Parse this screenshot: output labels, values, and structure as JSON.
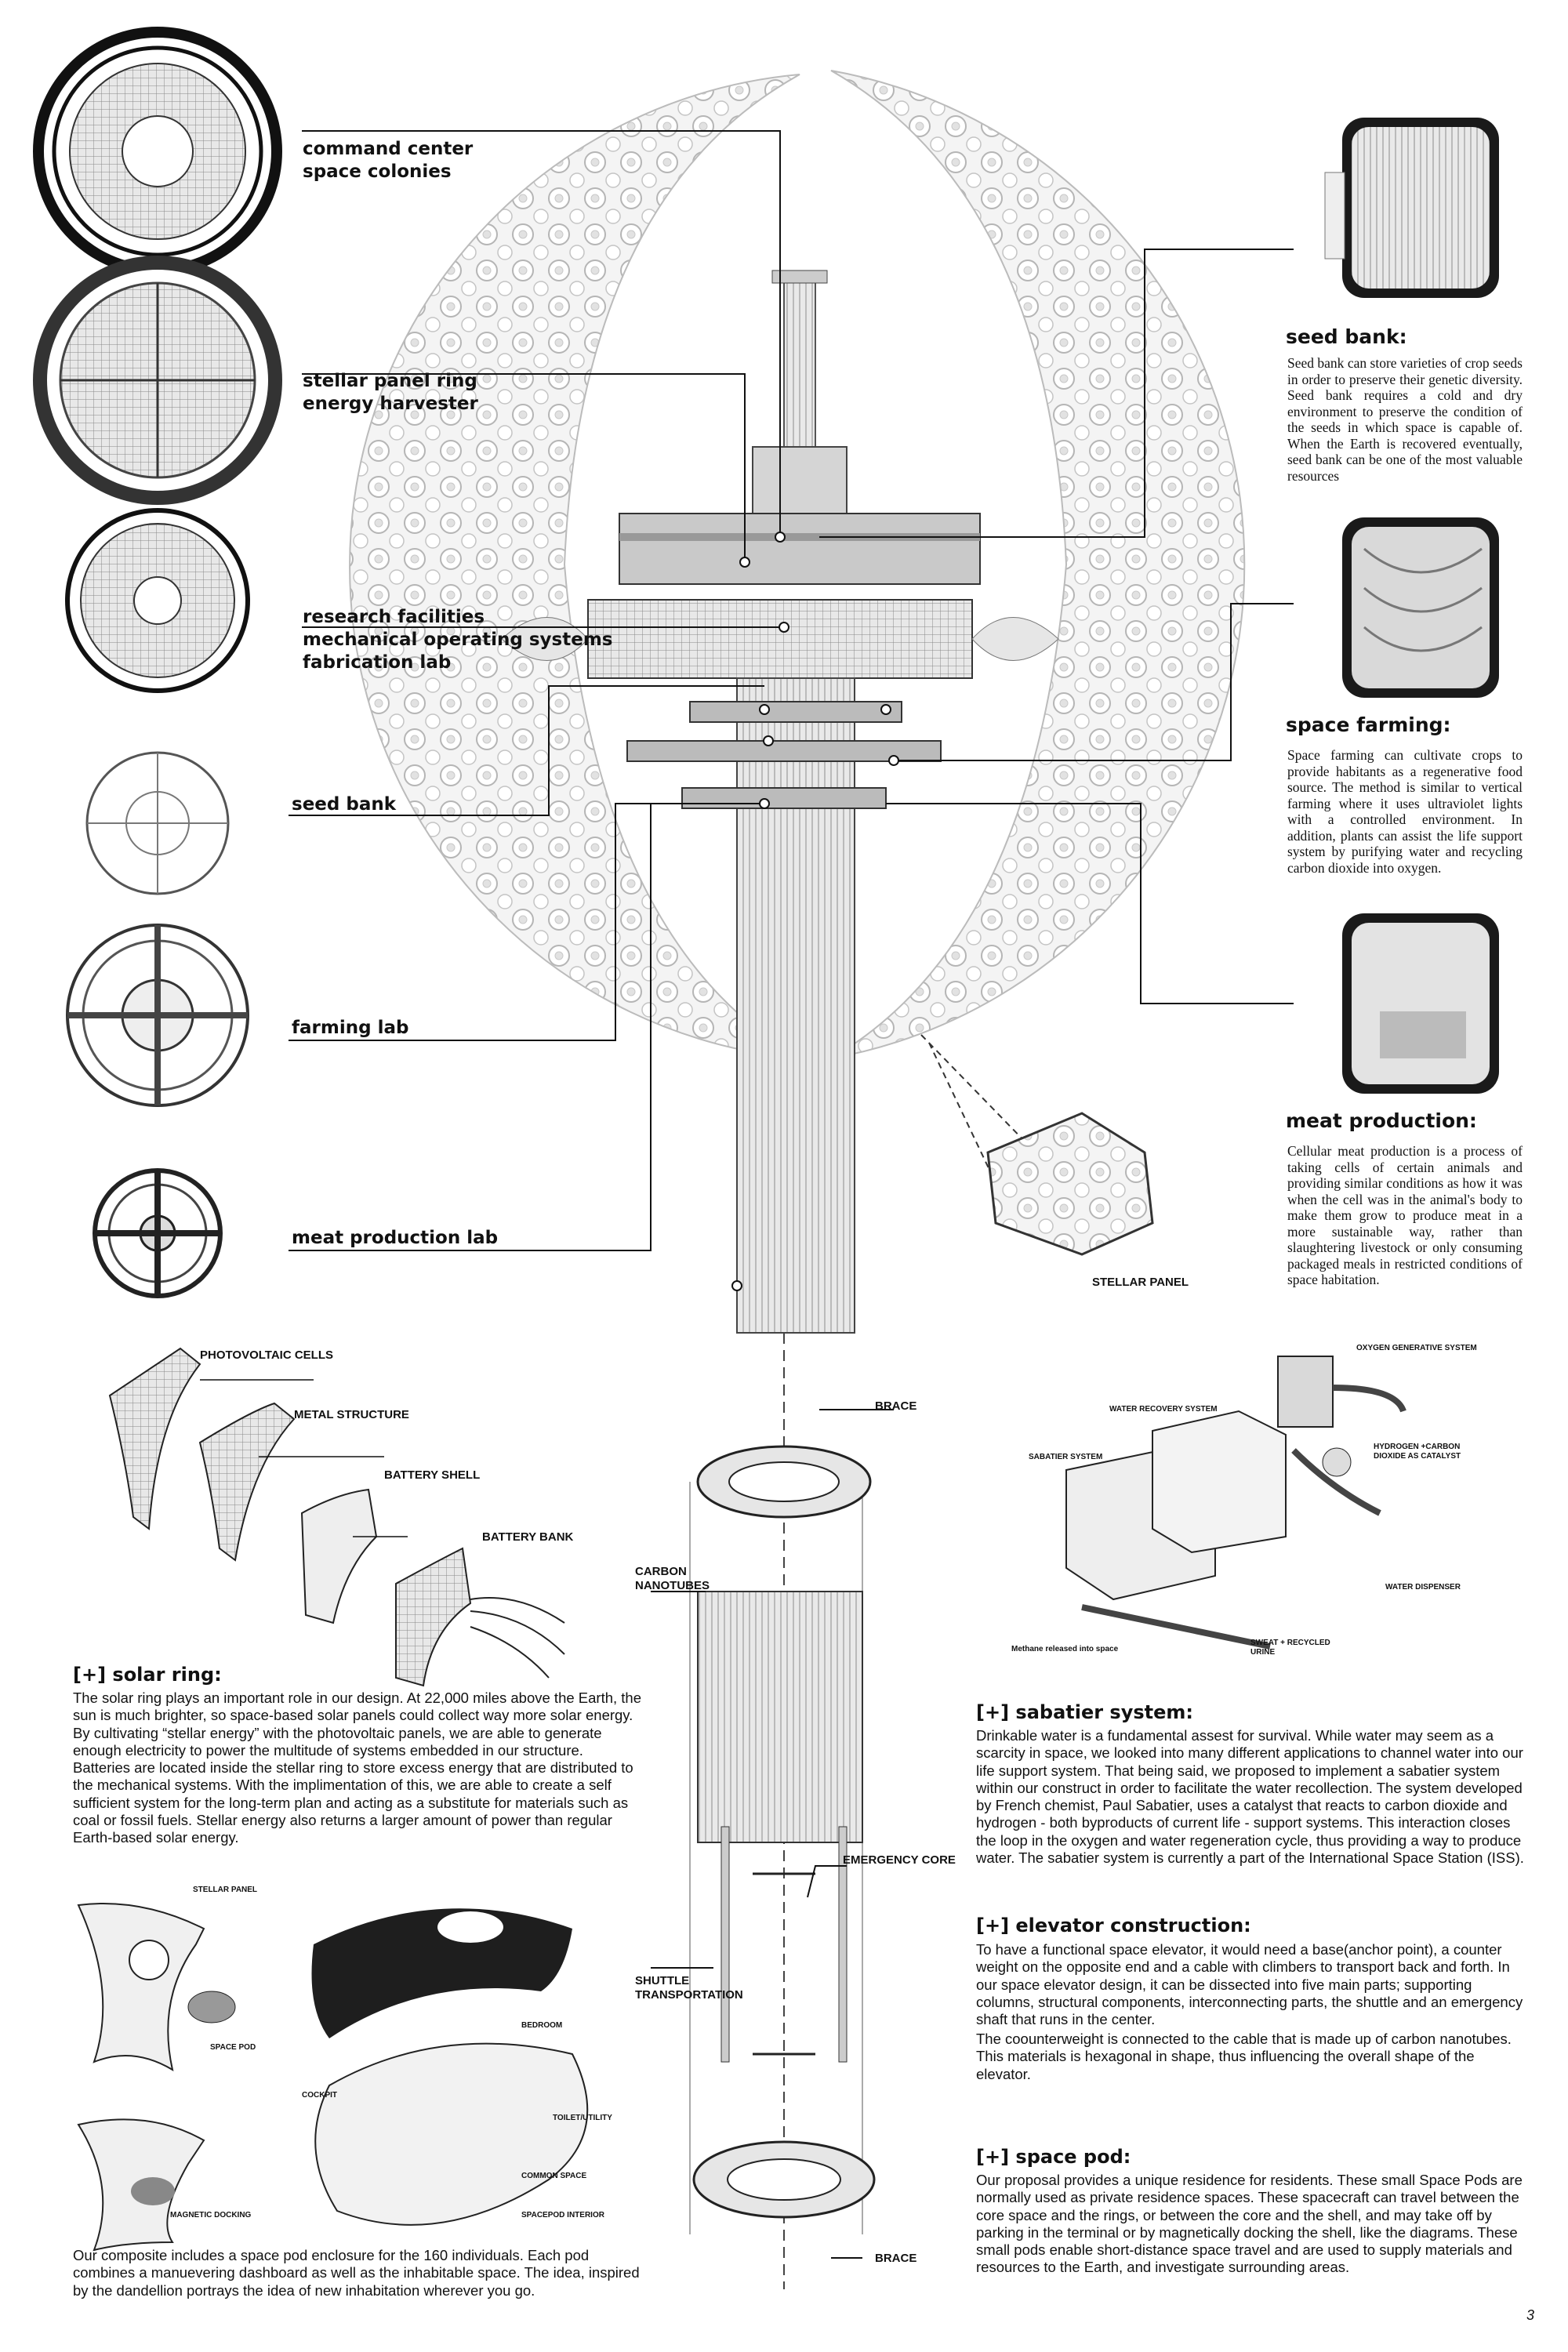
{
  "left_labels": {
    "command_center": [
      "command center",
      "space colonies"
    ],
    "stellar_panel_ring": [
      "stellar panel ring",
      "energy harvester"
    ],
    "research": [
      "research facilities",
      "mechanical operating systems",
      "fabrication lab"
    ],
    "seed_bank": "seed bank",
    "farming_lab": "farming lab",
    "meat_production_lab": "meat production lab"
  },
  "right_sections": {
    "seed_bank": {
      "title": "seed bank:",
      "body": "Seed bank can store varieties of crop seeds in order to preserve their genetic diversity. Seed bank requires a cold and dry environment to preserve the condition of the seeds in which space is capable of. When the Earth is recovered eventually, seed bank can be one of the most valuable resources"
    },
    "space_farming": {
      "title": "space farming:",
      "body": "Space farming can cultivate crops to provide habitants as a regenerative food source. The method is similar to vertical farming where it uses ultraviolet lights with a controlled environment. In addition, plants can assist the life support system by purifying water and recycling carbon dioxide into oxygen."
    },
    "meat_production": {
      "title": "meat production:",
      "body": "Cellular meat production is a process of taking cells of certain animals and providing similar conditions as how it was when the cell was in the animal's body to make them grow to produce meat in a more sustainable way, rather than slaughtering livestock or only consuming packaged meals in restricted conditions of space habitation."
    }
  },
  "stellar_panel_label": "STELLAR PANEL",
  "solar_diagram": {
    "photovoltaic": "PHOTOVOLTAIC CELLS",
    "metal": "METAL STRUCTURE",
    "battery_shell": "BATTERY SHELL",
    "battery_bank": "BATTERY BANK"
  },
  "elevator_diagram": {
    "brace_top": "BRACE",
    "carbon": [
      "CARBON",
      "NANOTUBES"
    ],
    "emergency": "EMERGENCY CORE",
    "shuttle": [
      "SHUTTLE",
      "TRANSPORTATION"
    ],
    "brace_bottom": "BRACE"
  },
  "sabatier_diagram": {
    "oxygen": "OXYGEN GENERATIVE SYSTEM",
    "water_recovery": "WATER RECOVERY SYSTEM",
    "sabatier": "SABATIER SYSTEM",
    "hydrogen": [
      "HYDROGEN +CARBON",
      "DIOXIDE AS CATALYST"
    ],
    "dispenser": "WATER DISPENSER",
    "sweat": [
      "SWEAT + RECYCLED",
      "URINE"
    ],
    "methane": "Methane released into space"
  },
  "pod_diagram": {
    "stellar_panel": "STELLAR PANEL",
    "space_pod": "SPACE POD",
    "bedroom": "BEDROOM",
    "cockpit": "COCKPIT",
    "toilet": "TOILET/UTILITY",
    "common": "COMMON SPACE",
    "magnetic": "MAGNETIC DOCKING",
    "interior": "SPACEPOD INTERIOR"
  },
  "solar_ring": {
    "title": "[+] solar ring:",
    "body": "The solar ring plays an important role in our design. At 22,000 miles above the Earth, the sun is much brighter, so space-based solar panels could collect way more solar energy. By cultivating “stellar energy” with the photovoltaic panels, we are able to generate enough electricity to power the multitude of systems embedded in our structure. Batteries are located inside the stellar ring to store excess energy that are distributed to the mechanical systems. With the implimentation of this, we are able to create a self sufficient system for the long-term plan and acting as a substitute for materials such as coal or fossil fuels. Stellar energy also returns a larger amount of power than regular Earth-based solar energy."
  },
  "pod_caption": "Our composite includes a space pod enclosure for the 160 individuals. Each pod combines a manuevering dashboard as well as the inhabitable space. The idea, inspired by the dandellion portrays the idea of new inhabitation wherever you go.",
  "sabatier": {
    "title": "[+] sabatier system:",
    "body": "Drinkable water is a fundamental assest for survival. While water may seem as a scarcity in space, we looked into many different applications to channel water into our life support system. That being said, we proposed to implement a sabatier system within our construct in order to facilitate the water recollection. The system developed by French chemist, Paul Sabatier, uses a catalyst that reacts to carbon dioxide and hydrogen - both byproducts of current life - support systems. This interaction closes the loop in the oxygen and water regeneration cycle, thus providing a way to produce water. The sabatier system is currently a part of the International Space Station (ISS)."
  },
  "elevator": {
    "title": "[+] elevator construction:",
    "body1": "To have a functional space elevator, it would need a base(anchor point), a counter weight on the opposite end and a cable with climbers to transport back and forth. In our space elevator design, it can be dissected into five main parts; supporting columns, structural components, interconnecting parts, the shuttle and an emergency shaft that runs in the center.",
    "body2": "The coounterweight is connected to the cable that is made up of carbon nanotubes. This materials is hexagonal in shape, thus influencing the overall shape of the elevator."
  },
  "space_pod": {
    "title": "[+] space pod:",
    "body": "Our proposal provides a unique residence for residents. These small Space Pods are normally used as private residence spaces. These spacecraft can travel between the core space and the rings, or between the core and the shell, and may take off by parking in the terminal or by magnetically docking the shell, like the diagrams. These small pods enable short-distance space travel and are used to supply materials and resources to the Earth, and investigate surrounding areas."
  },
  "page_number": "3"
}
